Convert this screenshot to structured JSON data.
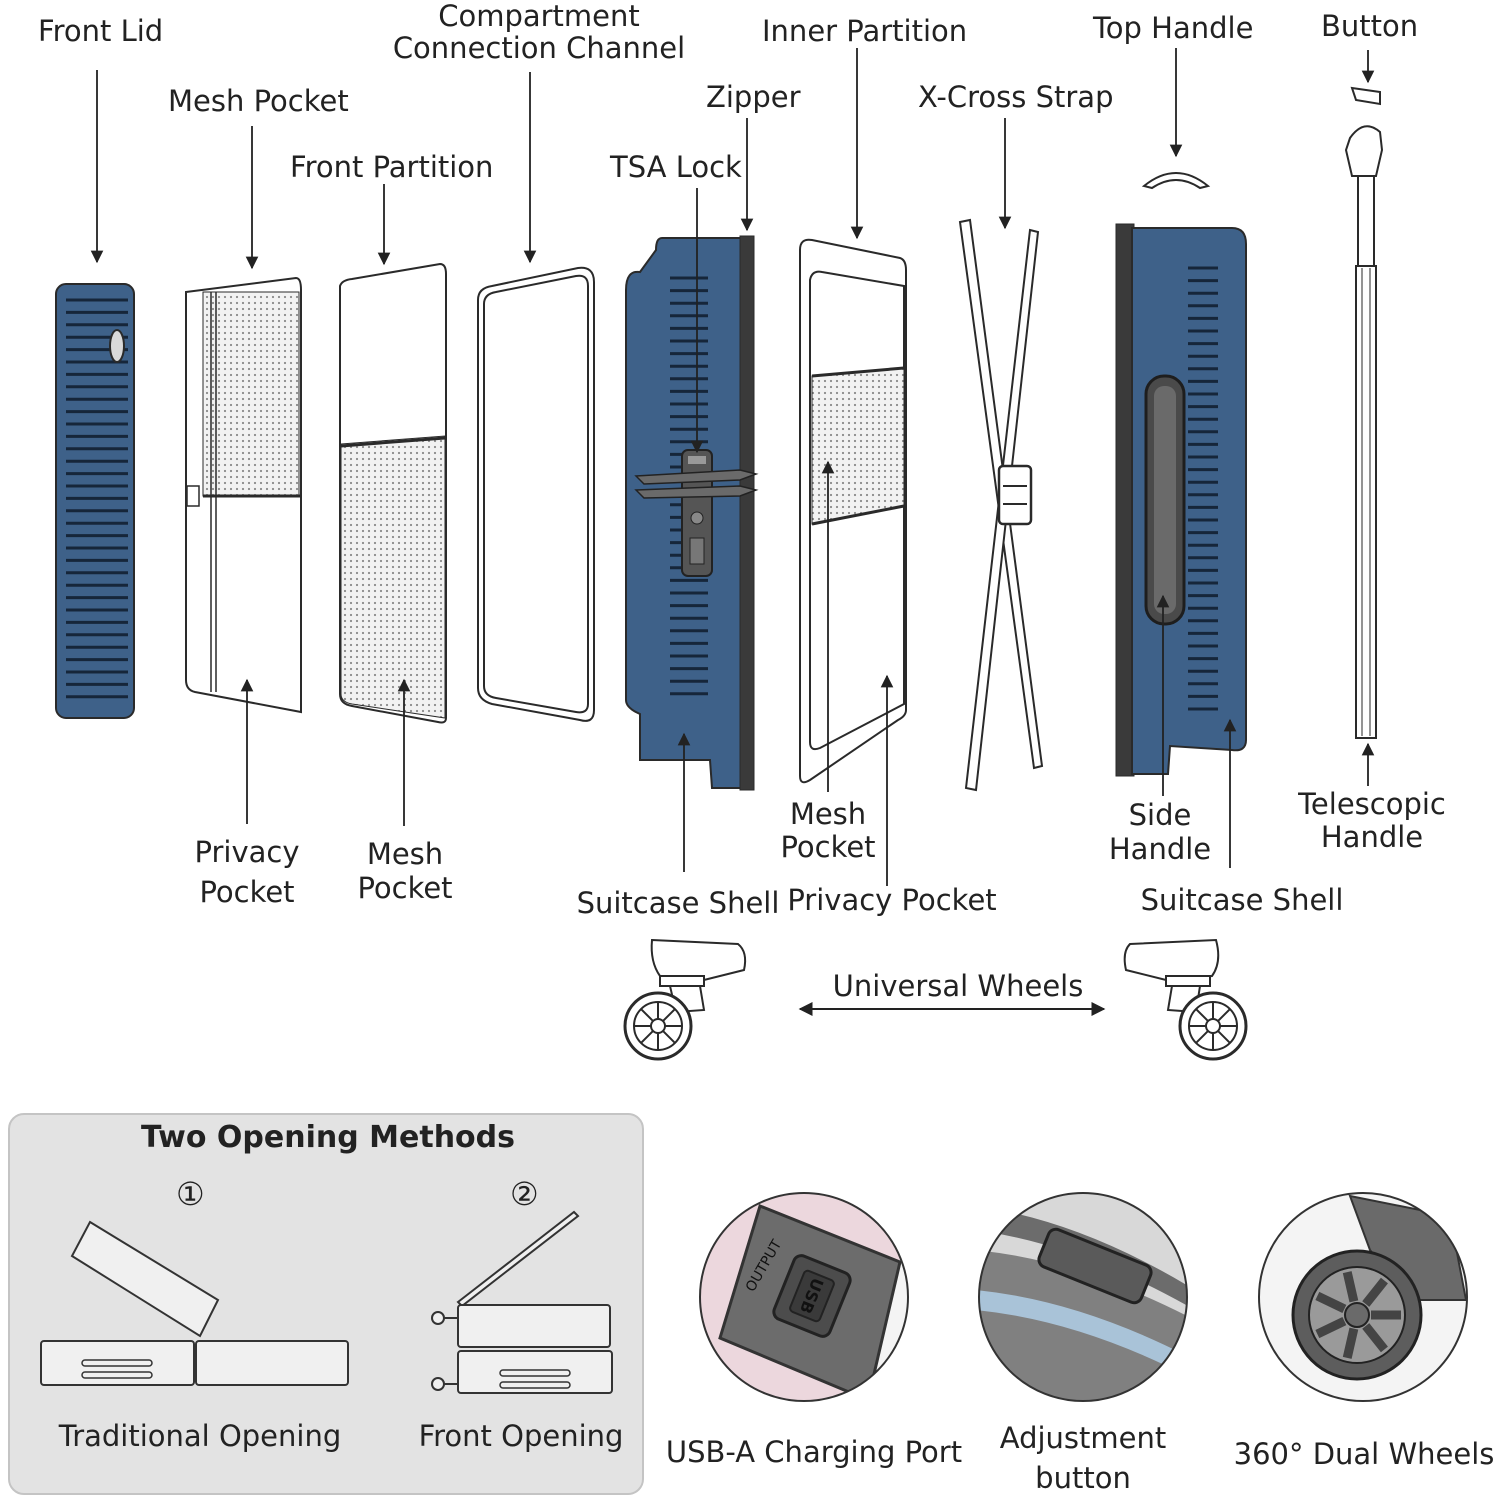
{
  "labels": {
    "front_lid": "Front Lid",
    "mesh_pocket_top": "Mesh Pocket",
    "front_partition": "Front Partition",
    "compartment_channel": "Compartment\nConnection Channel",
    "inner_partition": "Inner Partition",
    "zipper": "Zipper",
    "tsa_lock": "TSA Lock",
    "x_cross_strap": "X-Cross Strap",
    "top_handle": "Top Handle",
    "button": "Button",
    "privacy_pocket_left": "Privacy\nPocket",
    "mesh_pocket_left": "Mesh\nPocket",
    "suitcase_shell_left": "Suitcase Shell",
    "mesh_pocket_inner": "Mesh\nPocket",
    "privacy_pocket_inner": "Privacy Pocket",
    "side_handle": "Side\nHandle",
    "suitcase_shell_right": "Suitcase Shell",
    "telescopic_handle": "Telescopic\nHandle",
    "universal_wheels": "Universal Wheels"
  },
  "opening": {
    "title": "Two Opening Methods",
    "num1": "①",
    "num2": "②",
    "method1": "Traditional Opening",
    "method2": "Front Opening"
  },
  "features": {
    "usb_port": "USB-A Charging Port",
    "usb_text": "USB",
    "output_text": "OUTPUT",
    "adjustment": "Adjustment\nbutton",
    "wheels": "360° Dual Wheels"
  },
  "colors": {
    "shell_blue": "#3e6189",
    "outline": "#2a2a2a"
  }
}
